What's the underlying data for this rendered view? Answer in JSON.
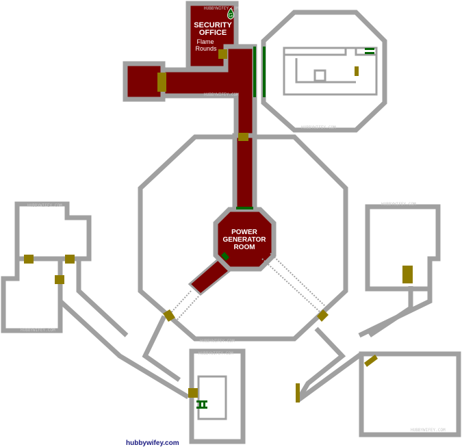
{
  "map": {
    "rooms": {
      "security_office": {
        "title_line1": "SECURITY",
        "title_line2": "OFFICE",
        "item_line1": "Flame",
        "item_line2": "Rounds",
        "marker": "G"
      },
      "power_generator_room": {
        "title_line1": "POWER",
        "title_line2": "GENERATOR",
        "title_line3": "ROOM"
      }
    },
    "watermark_text": "HUBBYWIFEY.COM",
    "credit_text": "hubbywifey.com",
    "colors": {
      "wall": "#a0a0a0",
      "visited_room": "#7a0000",
      "door": "#8f7c00",
      "unlocked_door": "#006600",
      "background": "#ffffff"
    },
    "icons": [
      "save-point-icon",
      "ladder-icon"
    ]
  }
}
